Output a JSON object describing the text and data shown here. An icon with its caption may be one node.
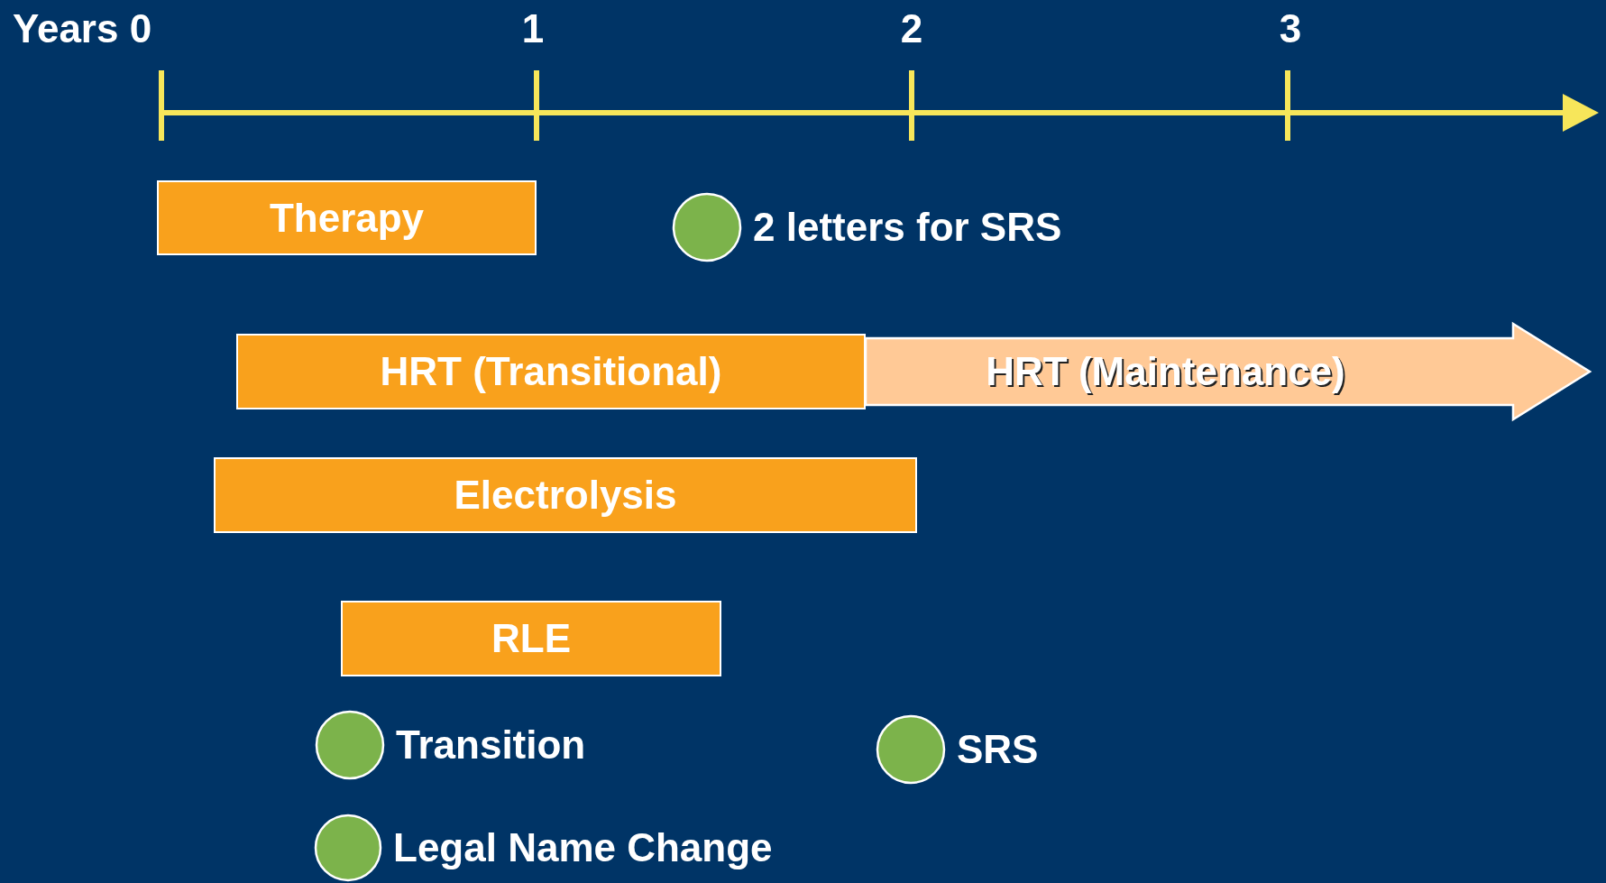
{
  "diagram": {
    "nodes": [
      {
        "text": [
          "Therapy"
        ]
      },
      {
        "text": [],
        "shape": "circle",
        "beside": [
          "2 letters for SRS"
        ]
      },
      {
        "text": [
          "HRT (Transitional)"
        ]
      },
      {
        "text": [
          "HRT (Maintenance)"
        ]
      },
      {
        "text": [
          "Electrolysis"
        ]
      },
      {
        "text": [
          "RLE"
        ]
      },
      {
        "text": [],
        "shape": "circle",
        "beside": [
          "Transition"
        ]
      },
      {
        "text": [],
        "shape": "circle",
        "beside": [
          "SRS"
        ]
      },
      {
        "text": [],
        "shape": "circle",
        "beside": [
          "Legal Name Change"
        ]
      }
    ],
    "labels": [
      "Years 0",
      "1",
      "2",
      "3"
    ]
  }
}
